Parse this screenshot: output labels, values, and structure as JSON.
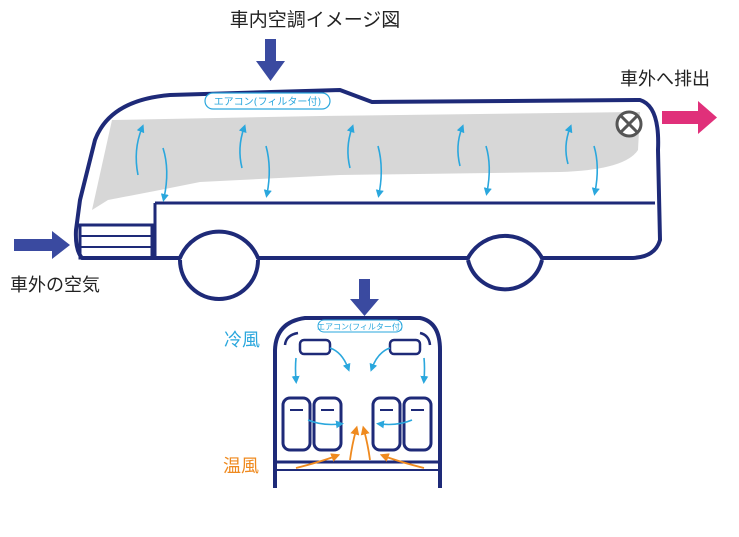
{
  "title": "車内空調イメージ図",
  "labels": {
    "outside_air": "車外の空気",
    "exhaust": "車外へ排出",
    "cool_air": "冷風",
    "warm_air": "温風"
  },
  "aircon_badge": "エアコン(フィルター付)",
  "aircon_badge_small": "エアコン(フィルター付)",
  "colors": {
    "bus_outline": "#1e2a78",
    "arrow_blue": "#3a4aa0",
    "arrow_pink": "#e0307a",
    "airflow_blue": "#2aa7dd",
    "airflow_warm": "#ef8a1f",
    "cabin_fill": "#d3d3d3"
  }
}
